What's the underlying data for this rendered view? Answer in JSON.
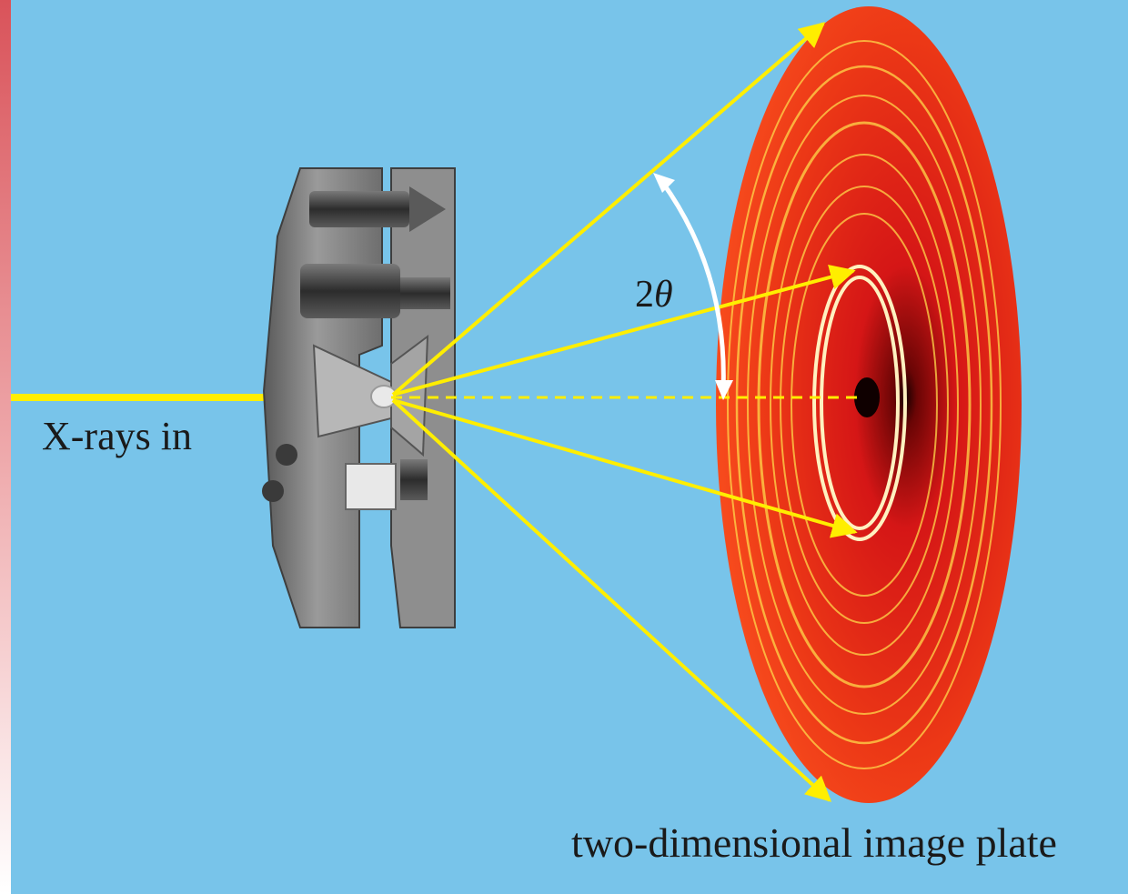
{
  "labels": {
    "xrays_in": "X-rays in",
    "angle_prefix": "2",
    "angle_symbol": "θ",
    "plate": "two-dimensional image plate"
  },
  "colors": {
    "background": "#78c4ea",
    "beam": "#ffee00",
    "beam_dashed": "#ffee00",
    "angle_arrow": "#ffffff",
    "plate_outer": "#e21b0c",
    "plate_ring": "#ffd84a",
    "plate_center": "#1b0000",
    "cell_metal": "#8c8c8c",
    "left_strip_top": "#d9535a"
  },
  "icons": {
    "sample": "diamond-anvil-cell-icon",
    "detector": "image-plate-detector-icon"
  },
  "components": {
    "incident_beam": "x-ray-beam",
    "sample_cell": "diamond-anvil-cell",
    "diffracted_beams": "diffracted-rays",
    "angle_marker": "two-theta-angle"
  }
}
